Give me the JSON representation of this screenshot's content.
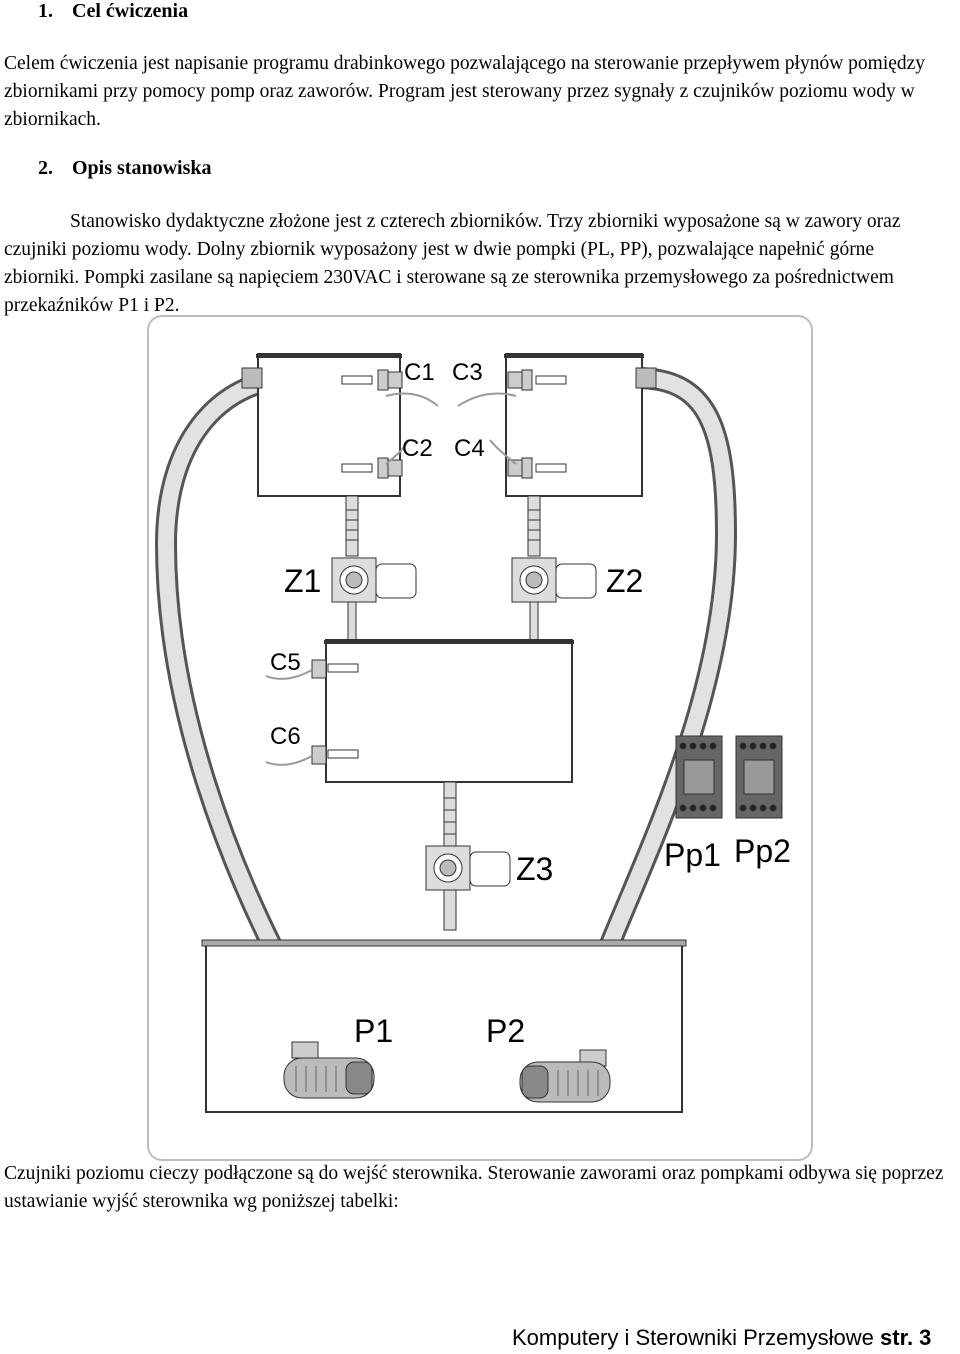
{
  "section1": {
    "number": "1.",
    "title": "Cel ćwiczenia"
  },
  "para1": "Celem ćwiczenia jest napisanie programu drabinkowego pozwalającego na sterowanie przepływem płynów pomiędzy zbiornikami przy pomocy pomp oraz zaworów. Program jest sterowany przez sygnały z czujników poziomu wody w zbiornikach.",
  "section2": {
    "number": "2.",
    "title": "Opis stanowiska"
  },
  "para2": "Stanowisko dydaktyczne złożone jest z czterech zbiorników. Trzy zbiorniki wyposażone są w zawory oraz czujniki poziomu wody. Dolny zbiornik wyposażony jest w dwie pompki (PL, PP), pozwalające napełnić górne zbiorniki. Pompki zasilane są napięciem 230VAC i sterowane są ze sterownika przemysłowego za pośrednictwem przekaźników P1 i P2.",
  "diagram": {
    "labels": {
      "c1": "C1",
      "c3": "C3",
      "c2": "C2",
      "c4": "C4",
      "z1": "Z1",
      "z2": "Z2",
      "c5": "C5",
      "c6": "C6",
      "z3": "Z3",
      "pp1": "Pp1",
      "pp2": "Pp2",
      "p1": "P1",
      "p2": "P2"
    }
  },
  "para3": "Czujniki poziomu cieczy podłączone są do wejść sterownika. Sterowanie zaworami oraz pompkami odbywa się poprzez ustawianie wyjść sterownika wg poniższej tabelki:",
  "footer": {
    "text": "Komputery i Sterowniki Przemysłowe",
    "page": "str. 3"
  }
}
